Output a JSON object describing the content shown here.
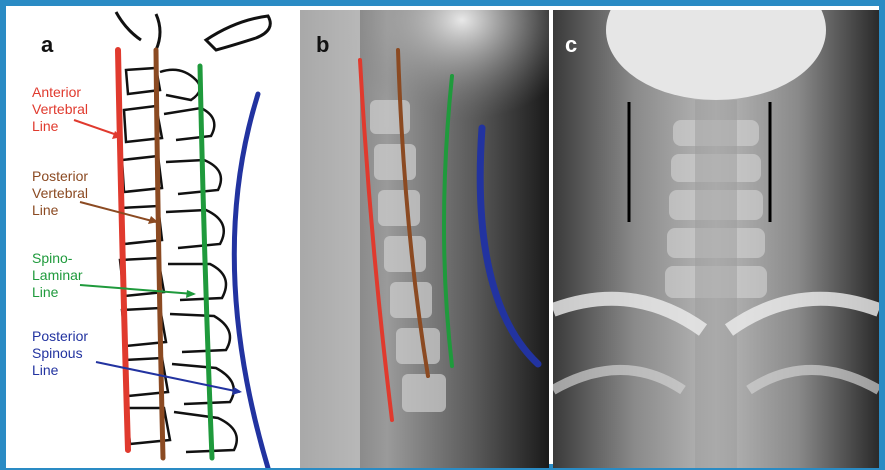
{
  "panels": {
    "a": {
      "letter": "a"
    },
    "b": {
      "letter": "b"
    },
    "c": {
      "letter": "c"
    }
  },
  "legend": [
    {
      "key": "anterior",
      "text": "Anterior\nVertebral\nLine",
      "color": "#e03a2e"
    },
    {
      "key": "posterior",
      "text": "Posterior\nVertebral\nLine",
      "color": "#8b4a22"
    },
    {
      "key": "spino",
      "text": "Spino-\nLaminar\nLine",
      "color": "#1f9a3c"
    },
    {
      "key": "spinous",
      "text": "Posterior\nSpinous\nLine",
      "color": "#2233a0"
    }
  ],
  "colors": {
    "frame": "#2a8bc4",
    "anterior": "#e03a2e",
    "posterior": "#8b4a22",
    "spino": "#1f9a3c",
    "spinous": "#2233a0",
    "drawing": "#111111"
  }
}
